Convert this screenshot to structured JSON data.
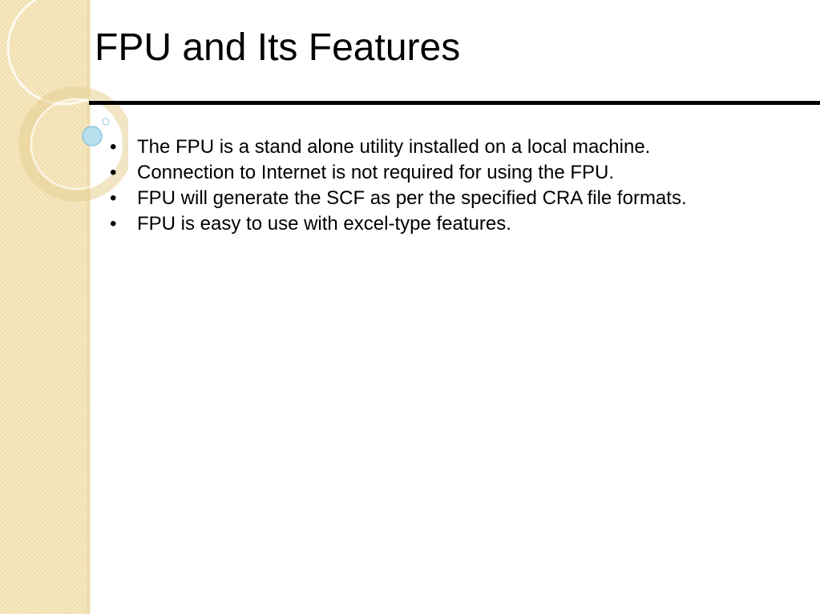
{
  "slide": {
    "title": "FPU and Its Features",
    "bullet_marker": "•",
    "bullets": [
      "The FPU is a stand alone utility installed on a local machine.",
      "Connection to Internet is not required for using the FPU.",
      "FPU will generate the SCF as per the specified CRA file formats.",
      "FPU is easy to use with excel-type features."
    ]
  },
  "colors": {
    "side_band": "#f4e3b6",
    "accent_bubble": "#9fd3e8",
    "title_text": "#000000",
    "rule": "#000000"
  }
}
